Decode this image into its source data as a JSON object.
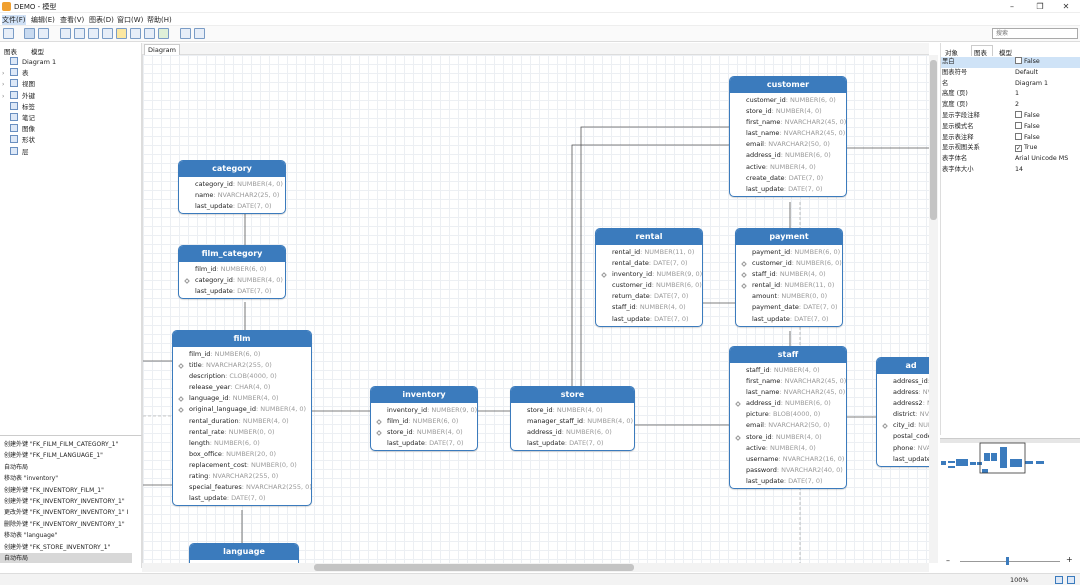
{
  "window": {
    "title": "DEMO - 模型"
  },
  "menu": [
    "文件(F)",
    "编辑(E)",
    "查看(V)",
    "图表(D)",
    "窗口(W)",
    "帮助(H)"
  ],
  "search": {
    "placeholder": "搜索"
  },
  "left_tabs": [
    "图表",
    "模型"
  ],
  "tree": [
    {
      "label": "Diagram 1",
      "icon": "diagram-icon"
    },
    {
      "label": "表",
      "icon": "table-icon"
    },
    {
      "label": "视图",
      "icon": "view-icon"
    },
    {
      "label": "外键",
      "icon": "foreign-key-icon"
    },
    {
      "label": "标签",
      "icon": "label-icon"
    },
    {
      "label": "笔记",
      "icon": "note-icon"
    },
    {
      "label": "图像",
      "icon": "image-icon"
    },
    {
      "label": "形状",
      "icon": "shape-icon"
    },
    {
      "label": "层",
      "icon": "layer-icon"
    }
  ],
  "doc_tab": "Diagram 1",
  "log": [
    "创建外键 \"FK_FILM_FILM_CATEGORY_1\"",
    "创建外键 \"FK_FILM_LANGUAGE_1\"",
    "自动布局",
    "移动表 \"inventory\"",
    "创建外键 \"FK_INVENTORY_FILM_1\"",
    "创建外键 \"FK_INVENTORY_INVENTORY_1\"",
    "更改外键 \"FK_INVENTORY_INVENTORY_1\" I",
    "删除外键 \"FK_INVENTORY_INVENTORY_1\"",
    "移动表 \"language\"",
    "创建外键 \"FK_STORE_INVENTORY_1\"",
    "自动布局"
  ],
  "right_tabs": [
    "对象",
    "图表",
    "模型"
  ],
  "properties": [
    {
      "k": "黑白",
      "v": "False",
      "cb": true
    },
    {
      "k": "图表符号",
      "v": "Default"
    },
    {
      "k": "名",
      "v": "Diagram 1"
    },
    {
      "k": "高度 (页)",
      "v": "1"
    },
    {
      "k": "宽度 (页)",
      "v": "2"
    },
    {
      "k": "显示字段注释",
      "v": "False",
      "cb": true
    },
    {
      "k": "显示模式名",
      "v": "False",
      "cb": true
    },
    {
      "k": "显示表注释",
      "v": "False",
      "cb": true
    },
    {
      "k": "显示视图关系",
      "v": "True",
      "cb": true,
      "checked": true
    },
    {
      "k": "表字体名",
      "v": "Arial Unicode MS"
    },
    {
      "k": "表字体大小",
      "v": "14"
    }
  ],
  "zoom": "100%",
  "tables": [
    {
      "id": "category",
      "name": "category",
      "rows": [
        [
          "category_id",
          ": NUMBER(4, 0)",
          0
        ],
        [
          "name",
          ": NVARCHAR2(25, 0)",
          0
        ],
        [
          "last_update",
          ": DATE(7, 0)",
          0
        ]
      ]
    },
    {
      "id": "film_category",
      "name": "film_category",
      "rows": [
        [
          "film_id",
          ": NUMBER(6, 0)",
          0
        ],
        [
          "category_id",
          ": NUMBER(4, 0)",
          1
        ],
        [
          "last_update",
          ": DATE(7, 0)",
          0
        ]
      ]
    },
    {
      "id": "film",
      "name": "film",
      "rows": [
        [
          "film_id",
          ": NUMBER(6, 0)",
          0
        ],
        [
          "title",
          ": NVARCHAR2(255, 0)",
          1
        ],
        [
          "description",
          ": CLOB(4000, 0)",
          0
        ],
        [
          "release_year",
          ": CHAR(4, 0)",
          0
        ],
        [
          "language_id",
          ": NUMBER(4, 0)",
          1
        ],
        [
          "original_language_id",
          ": NUMBER(4, 0)",
          1
        ],
        [
          "rental_duration",
          ": NUMBER(4, 0)",
          0
        ],
        [
          "rental_rate",
          ": NUMBER(0, 0)",
          0
        ],
        [
          "length",
          ": NUMBER(6, 0)",
          0
        ],
        [
          "box_office",
          ": NUMBER(20, 0)",
          0
        ],
        [
          "replacement_cost",
          ": NUMBER(0, 0)",
          0
        ],
        [
          "rating",
          ": NVARCHAR2(255, 0)",
          0
        ],
        [
          "special_features",
          ": NVARCHAR2(255, 0)",
          0
        ],
        [
          "last_update",
          ": DATE(7, 0)",
          0
        ]
      ]
    },
    {
      "id": "language",
      "name": "language",
      "rows": []
    },
    {
      "id": "inventory",
      "name": "inventory",
      "rows": [
        [
          "inventory_id",
          ": NUMBER(9, 0)",
          0
        ],
        [
          "film_id",
          ": NUMBER(6, 0)",
          1
        ],
        [
          "store_id",
          ": NUMBER(4, 0)",
          1
        ],
        [
          "last_update",
          ": DATE(7, 0)",
          0
        ]
      ]
    },
    {
      "id": "store",
      "name": "store",
      "rows": [
        [
          "store_id",
          ": NUMBER(4, 0)",
          0
        ],
        [
          "manager_staff_id",
          ": NUMBER(4, 0)",
          0
        ],
        [
          "address_id",
          ": NUMBER(6, 0)",
          0
        ],
        [
          "last_update",
          ": DATE(7, 0)",
          0
        ]
      ]
    },
    {
      "id": "rental",
      "name": "rental",
      "rows": [
        [
          "rental_id",
          ": NUMBER(11, 0)",
          0
        ],
        [
          "rental_date",
          ": DATE(7, 0)",
          0
        ],
        [
          "inventory_id",
          ": NUMBER(9, 0)",
          1
        ],
        [
          "customer_id",
          ": NUMBER(6, 0)",
          0
        ],
        [
          "return_date",
          ": DATE(7, 0)",
          0
        ],
        [
          "staff_id",
          ": NUMBER(4, 0)",
          0
        ],
        [
          "last_update",
          ": DATE(7, 0)",
          0
        ]
      ]
    },
    {
      "id": "payment",
      "name": "payment",
      "rows": [
        [
          "payment_id",
          ": NUMBER(6, 0)",
          0
        ],
        [
          "customer_id",
          ": NUMBER(6, 0)",
          1
        ],
        [
          "staff_id",
          ": NUMBER(4, 0)",
          1
        ],
        [
          "rental_id",
          ": NUMBER(11, 0)",
          1
        ],
        [
          "amount",
          ": NUMBER(0, 0)",
          0
        ],
        [
          "payment_date",
          ": DATE(7, 0)",
          0
        ],
        [
          "last_update",
          ": DATE(7, 0)",
          0
        ]
      ]
    },
    {
      "id": "customer",
      "name": "customer",
      "rows": [
        [
          "customer_id",
          ": NUMBER(6, 0)",
          0
        ],
        [
          "store_id",
          ": NUMBER(4, 0)",
          0
        ],
        [
          "first_name",
          ": NVARCHAR2(45, 0)",
          0
        ],
        [
          "last_name",
          ": NVARCHAR2(45, 0)",
          0
        ],
        [
          "email",
          ": NVARCHAR2(50, 0)",
          0
        ],
        [
          "address_id",
          ": NUMBER(6, 0)",
          0
        ],
        [
          "active",
          ": NUMBER(4, 0)",
          0
        ],
        [
          "create_date",
          ": DATE(7, 0)",
          0
        ],
        [
          "last_update",
          ": DATE(7, 0)",
          0
        ]
      ]
    },
    {
      "id": "staff",
      "name": "staff",
      "rows": [
        [
          "staff_id",
          ": NUMBER(4, 0)",
          0
        ],
        [
          "first_name",
          ": NVARCHAR2(45, 0)",
          0
        ],
        [
          "last_name",
          ": NVARCHAR2(45, 0)",
          0
        ],
        [
          "address_id",
          ": NUMBER(6, 0)",
          1
        ],
        [
          "picture",
          ": BLOB(4000, 0)",
          0
        ],
        [
          "email",
          ": NVARCHAR2(50, 0)",
          0
        ],
        [
          "store_id",
          ": NUMBER(4, 0)",
          1
        ],
        [
          "active",
          ": NUMBER(4, 0)",
          0
        ],
        [
          "username",
          ": NVARCHAR2(16, 0)",
          0
        ],
        [
          "password",
          ": NVARCHAR2(40, 0)",
          0
        ],
        [
          "last_update",
          ": DATE(7, 0)",
          0
        ]
      ]
    },
    {
      "id": "address",
      "name": "ad",
      "rows": [
        [
          "address_id",
          ": NU",
          0
        ],
        [
          "address",
          ": NV",
          0
        ],
        [
          "address2",
          ": NV",
          0
        ],
        [
          "district",
          ": NVA",
          0
        ],
        [
          "city_id",
          ": NUN",
          1
        ],
        [
          "postal_code",
          ": V",
          0
        ],
        [
          "phone",
          ": NVA",
          0
        ],
        [
          "last_update",
          ": D",
          0
        ]
      ]
    }
  ]
}
